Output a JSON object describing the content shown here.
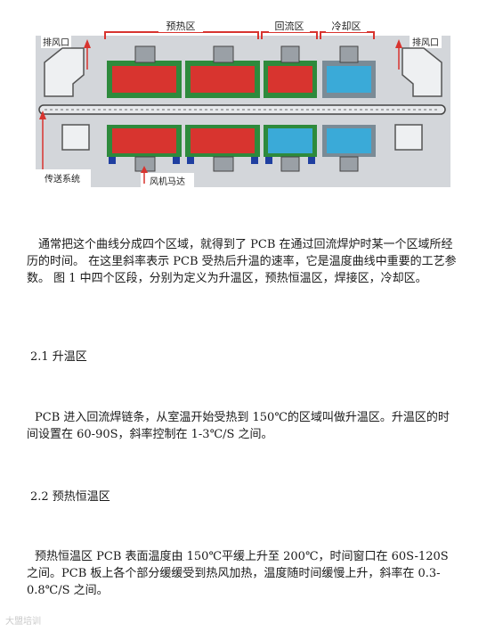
{
  "diagram": {
    "zone_preheat": "预热区",
    "zone_reflow": "回流区",
    "zone_cooling": "冷却区",
    "exhaust_left": "排风口",
    "exhaust_right": "排风口",
    "conveyor": "传送系统",
    "fan_motor": "风机马达",
    "colors": {
      "heater_red": "#d8342f",
      "heater_green": "#2e8a3c",
      "cooler_blue": "#3aaad8",
      "frame_gray": "#c7c9cc"
    }
  },
  "paragraphs": [
    "通常把这个曲线分成四个区域，就得到了 PCB 在通过回流焊炉时某一个区域所经历的时间。 在这里斜率表示 PCB 受热后升温的速率，它是温度曲线中重要的工艺参数。 图 1 中四个区段，分别为定义为升温区，预热恒温区，焊接区，冷却区。",
    "PCB 进入回流焊链条，从室温开始受热到 150℃的区域叫做升温区。升温区的时间设置在 60-90S，斜率控制在 1-3℃/S 之间。",
    "预热恒温区 PCB 表面温度由 150℃平缓上升至 200℃，时间窗口在 60S-120S 之间。PCB 板上各个部分缓缓受到热风加热，温度随时间缓慢上升，斜率在 0.3-0.8℃/S 之间。"
  ],
  "headings": [
    "2.1 升温区",
    "2.2 预热恒温区"
  ],
  "watermark": "大盟培训"
}
